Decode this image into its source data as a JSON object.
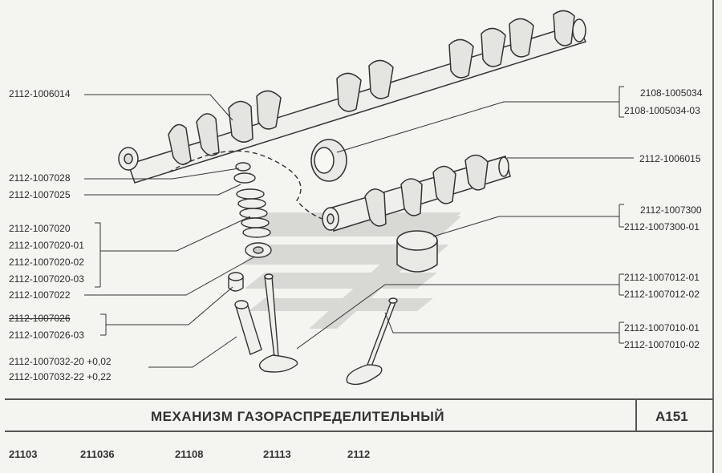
{
  "title": "МЕХАНИЗМ ГАЗОРАСПРЕДЕЛИТЕЛЬНЫЙ",
  "code": "А151",
  "models": [
    "21103",
    "211036",
    "21108",
    "21113",
    "2112"
  ],
  "labels": {
    "camshaft_intake": "2112-1006014",
    "collet": "2112-1007028",
    "spring_plate": "2112-1007025",
    "spring_1": "2112-1007020",
    "spring_2": "2112-1007020-01",
    "spring_3": "2112-1007020-02",
    "spring_4": "2112-1007020-03",
    "spring_seat": "2112-1007022",
    "stem_seal_1": "2112-1007026",
    "stem_seal_2": "2112-1007026-03",
    "guide_1": "2112-1007032-20  +0,02",
    "guide_2": "2112-1007032-22  +0,22",
    "oil_seal_1": "2108-1005034",
    "oil_seal_2": "2108-1005034-03",
    "camshaft_exhaust": "2112-1006015",
    "tappet_1": "2112-1007300",
    "tappet_2": "2112-1007300-01",
    "valve_in_1": "2112-1007012-01",
    "valve_in_2": "2112-1007012-02",
    "valve_ex_1": "2112-1007010-01",
    "valve_ex_2": "2112-1007010-02"
  }
}
